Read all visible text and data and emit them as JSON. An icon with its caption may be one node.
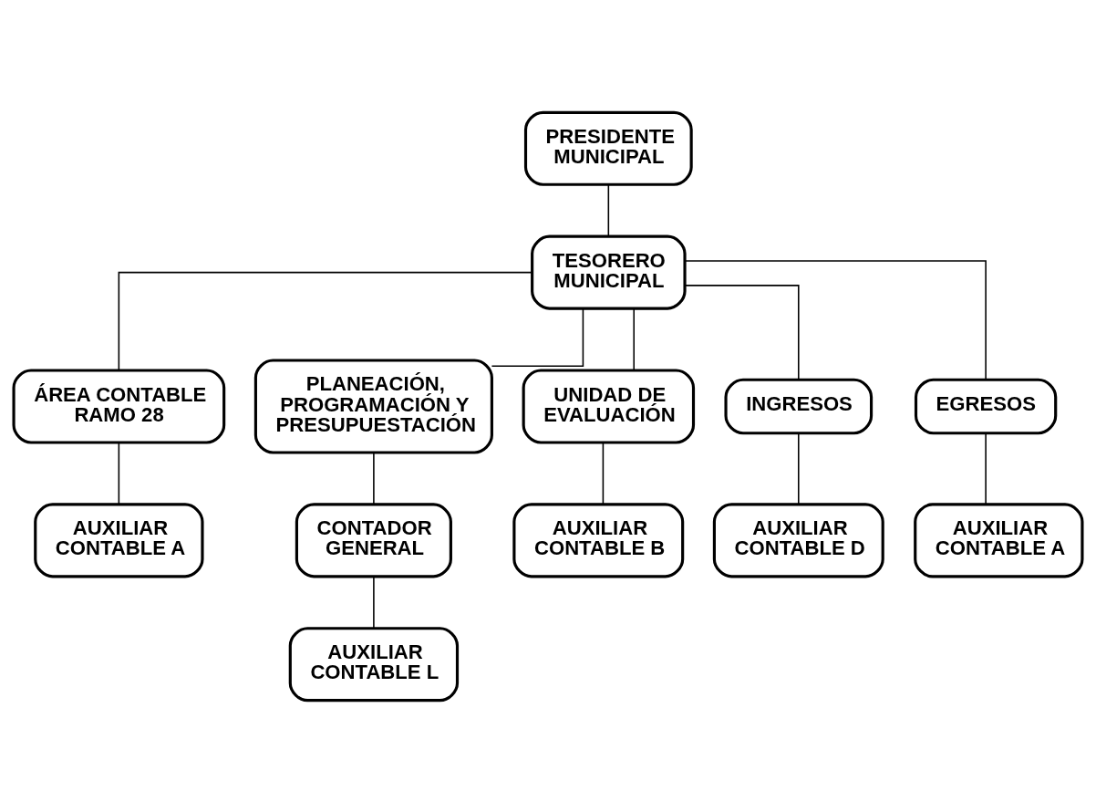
{
  "diagram": {
    "nodes": [
      {
        "text": [
          "PRESIDENTE MUNICIPAL"
        ]
      },
      {
        "text": [
          "TESORERO MUNICIPAL"
        ]
      },
      {
        "text": [
          "ÁREA CONTABLE RAMO 28"
        ]
      },
      {
        "text": [
          "PLANEACIÓN, PROGRAMACIÓN Y PRESUPUESTACIÓN"
        ]
      },
      {
        "text": [
          "UNIDAD DE EVALUACIÓN"
        ]
      },
      {
        "text": [
          "INGRESOS"
        ]
      },
      {
        "text": [
          "EGRESOS"
        ]
      },
      {
        "text": [
          "AUXILIAR CONTABLE A"
        ]
      },
      {
        "text": [
          "CONTADOR GENERAL"
        ]
      },
      {
        "text": [
          "AUXILIAR CONTABLE B"
        ]
      },
      {
        "text": [
          "AUXILIAR CONTABLE D"
        ]
      },
      {
        "text": [
          "AUXILIAR CONTABLE A"
        ]
      },
      {
        "text": [
          "AUXILIAR CONTABLE L"
        ]
      }
    ],
    "edges": [
      {
        "from": 0,
        "to": 1,
        "arrow": "none"
      },
      {
        "from": 1,
        "to": 2,
        "arrow": "none"
      },
      {
        "from": 1,
        "to": 3,
        "arrow": "none"
      },
      {
        "from": 1,
        "to": 4,
        "arrow": "none"
      },
      {
        "from": 1,
        "to": 5,
        "arrow": "none"
      },
      {
        "from": 1,
        "to": 6,
        "arrow": "none"
      },
      {
        "from": 2,
        "to": 7,
        "arrow": "none"
      },
      {
        "from": 3,
        "to": 8,
        "arrow": "none"
      },
      {
        "from": 4,
        "to": 9,
        "arrow": "none"
      },
      {
        "from": 5,
        "to": 10,
        "arrow": "none"
      },
      {
        "from": 6,
        "to": 11,
        "arrow": "none"
      },
      {
        "from": 8,
        "to": 12,
        "arrow": "none"
      }
    ]
  }
}
